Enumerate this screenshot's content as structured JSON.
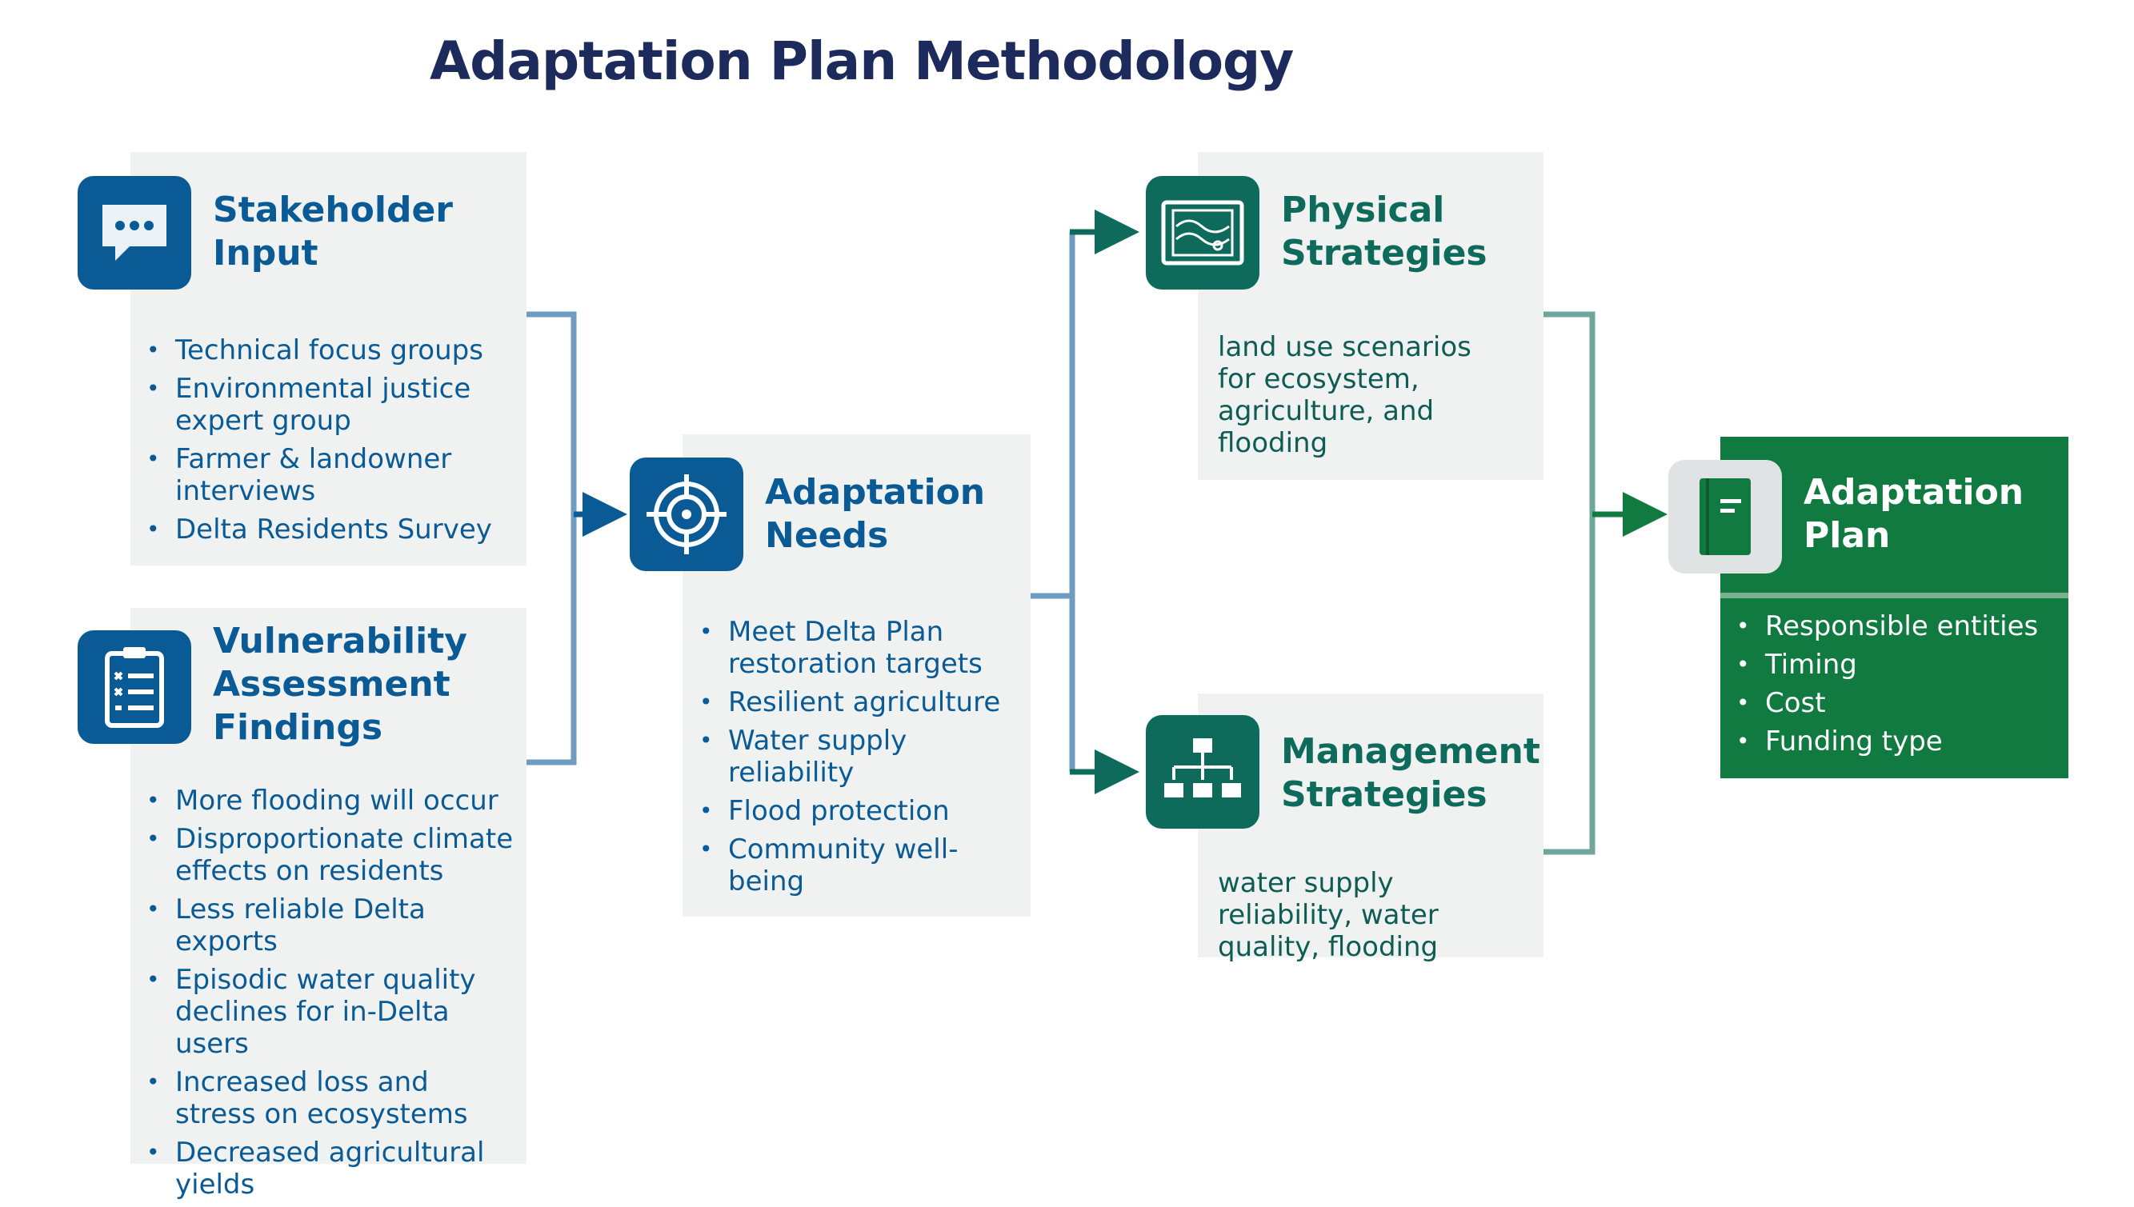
{
  "title": "Adaptation Plan Methodology",
  "colors": {
    "navy": "#1d2a5c",
    "blue": "#0a5a95",
    "teal": "#0e6b5c",
    "green": "#107a40",
    "panel": "#eff2f1"
  },
  "nodes": {
    "stakeholder": {
      "icon": "chat-bubble-icon",
      "heading": [
        "Stakeholder",
        "Input"
      ],
      "items": [
        "Technical focus groups",
        "Environmental justice expert group",
        "Farmer & landowner interviews",
        "Delta Residents Survey"
      ]
    },
    "vulnerability": {
      "icon": "clipboard-checklist-icon",
      "heading": [
        "Vulnerability",
        "Assessment",
        "Findings"
      ],
      "items": [
        "More flooding will occur",
        "Disproportionate climate effects on residents",
        "Less reliable Delta exports",
        "Episodic water quality declines for in-Delta users",
        "Increased loss and stress on ecosystems",
        "Decreased agricultural yields"
      ]
    },
    "needs": {
      "icon": "target-icon",
      "heading": [
        "Adaptation",
        "Needs"
      ],
      "items": [
        "Meet Delta Plan restoration targets",
        "Resilient agriculture",
        "Water supply reliability",
        "Flood protection",
        "Community well-being"
      ]
    },
    "physical": {
      "icon": "map-blueprint-icon",
      "heading": [
        "Physical",
        "Strategies"
      ],
      "text": "land use scenarios for ecosystem, agriculture, and flooding"
    },
    "management": {
      "icon": "org-chart-icon",
      "heading": [
        "Management",
        "Strategies"
      ],
      "text": "water supply reliability, water quality, flooding"
    },
    "plan": {
      "icon": "book-icon",
      "heading": [
        "Adaptation",
        "Plan"
      ],
      "items": [
        "Responsible entities",
        "Timing",
        "Cost",
        "Funding type"
      ]
    }
  }
}
